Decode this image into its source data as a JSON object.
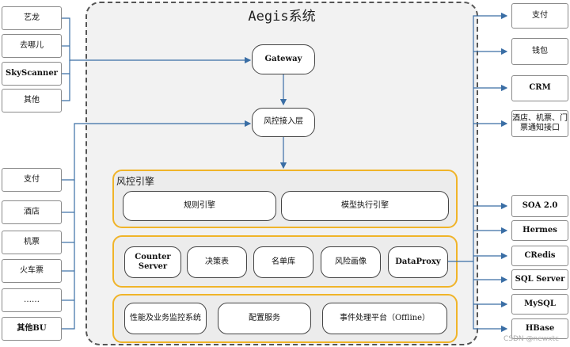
{
  "title": "Aegis系统",
  "clients": [
    "艺龙",
    "去哪儿",
    "SkyScanner",
    "其他"
  ],
  "business": [
    "支付",
    "酒店",
    "机票",
    "火车票",
    "……",
    "其他BU"
  ],
  "core": {
    "gateway": "Gateway",
    "access": "风控接入层"
  },
  "engine": {
    "title": "风控引擎",
    "rule": "规则引擎",
    "model": "模型执行引擎"
  },
  "data": {
    "counter": "Counter Server",
    "decision": "决策表",
    "list": "名单库",
    "profile": "风险画像",
    "proxy": "DataProxy"
  },
  "ops": {
    "monitor": "性能及业务监控系统",
    "config": "配置服务",
    "event": "事件处理平台（Offline）"
  },
  "external": {
    "pay": "支付",
    "wallet": "钱包",
    "crm": "CRM",
    "notify": "酒店、机票、门票通知接口"
  },
  "storage": [
    "SOA 2.0",
    "Hermes",
    "CRedis",
    "SQL Server",
    "MySQL",
    "HBase"
  ],
  "credit": "CSDN @newxtc"
}
